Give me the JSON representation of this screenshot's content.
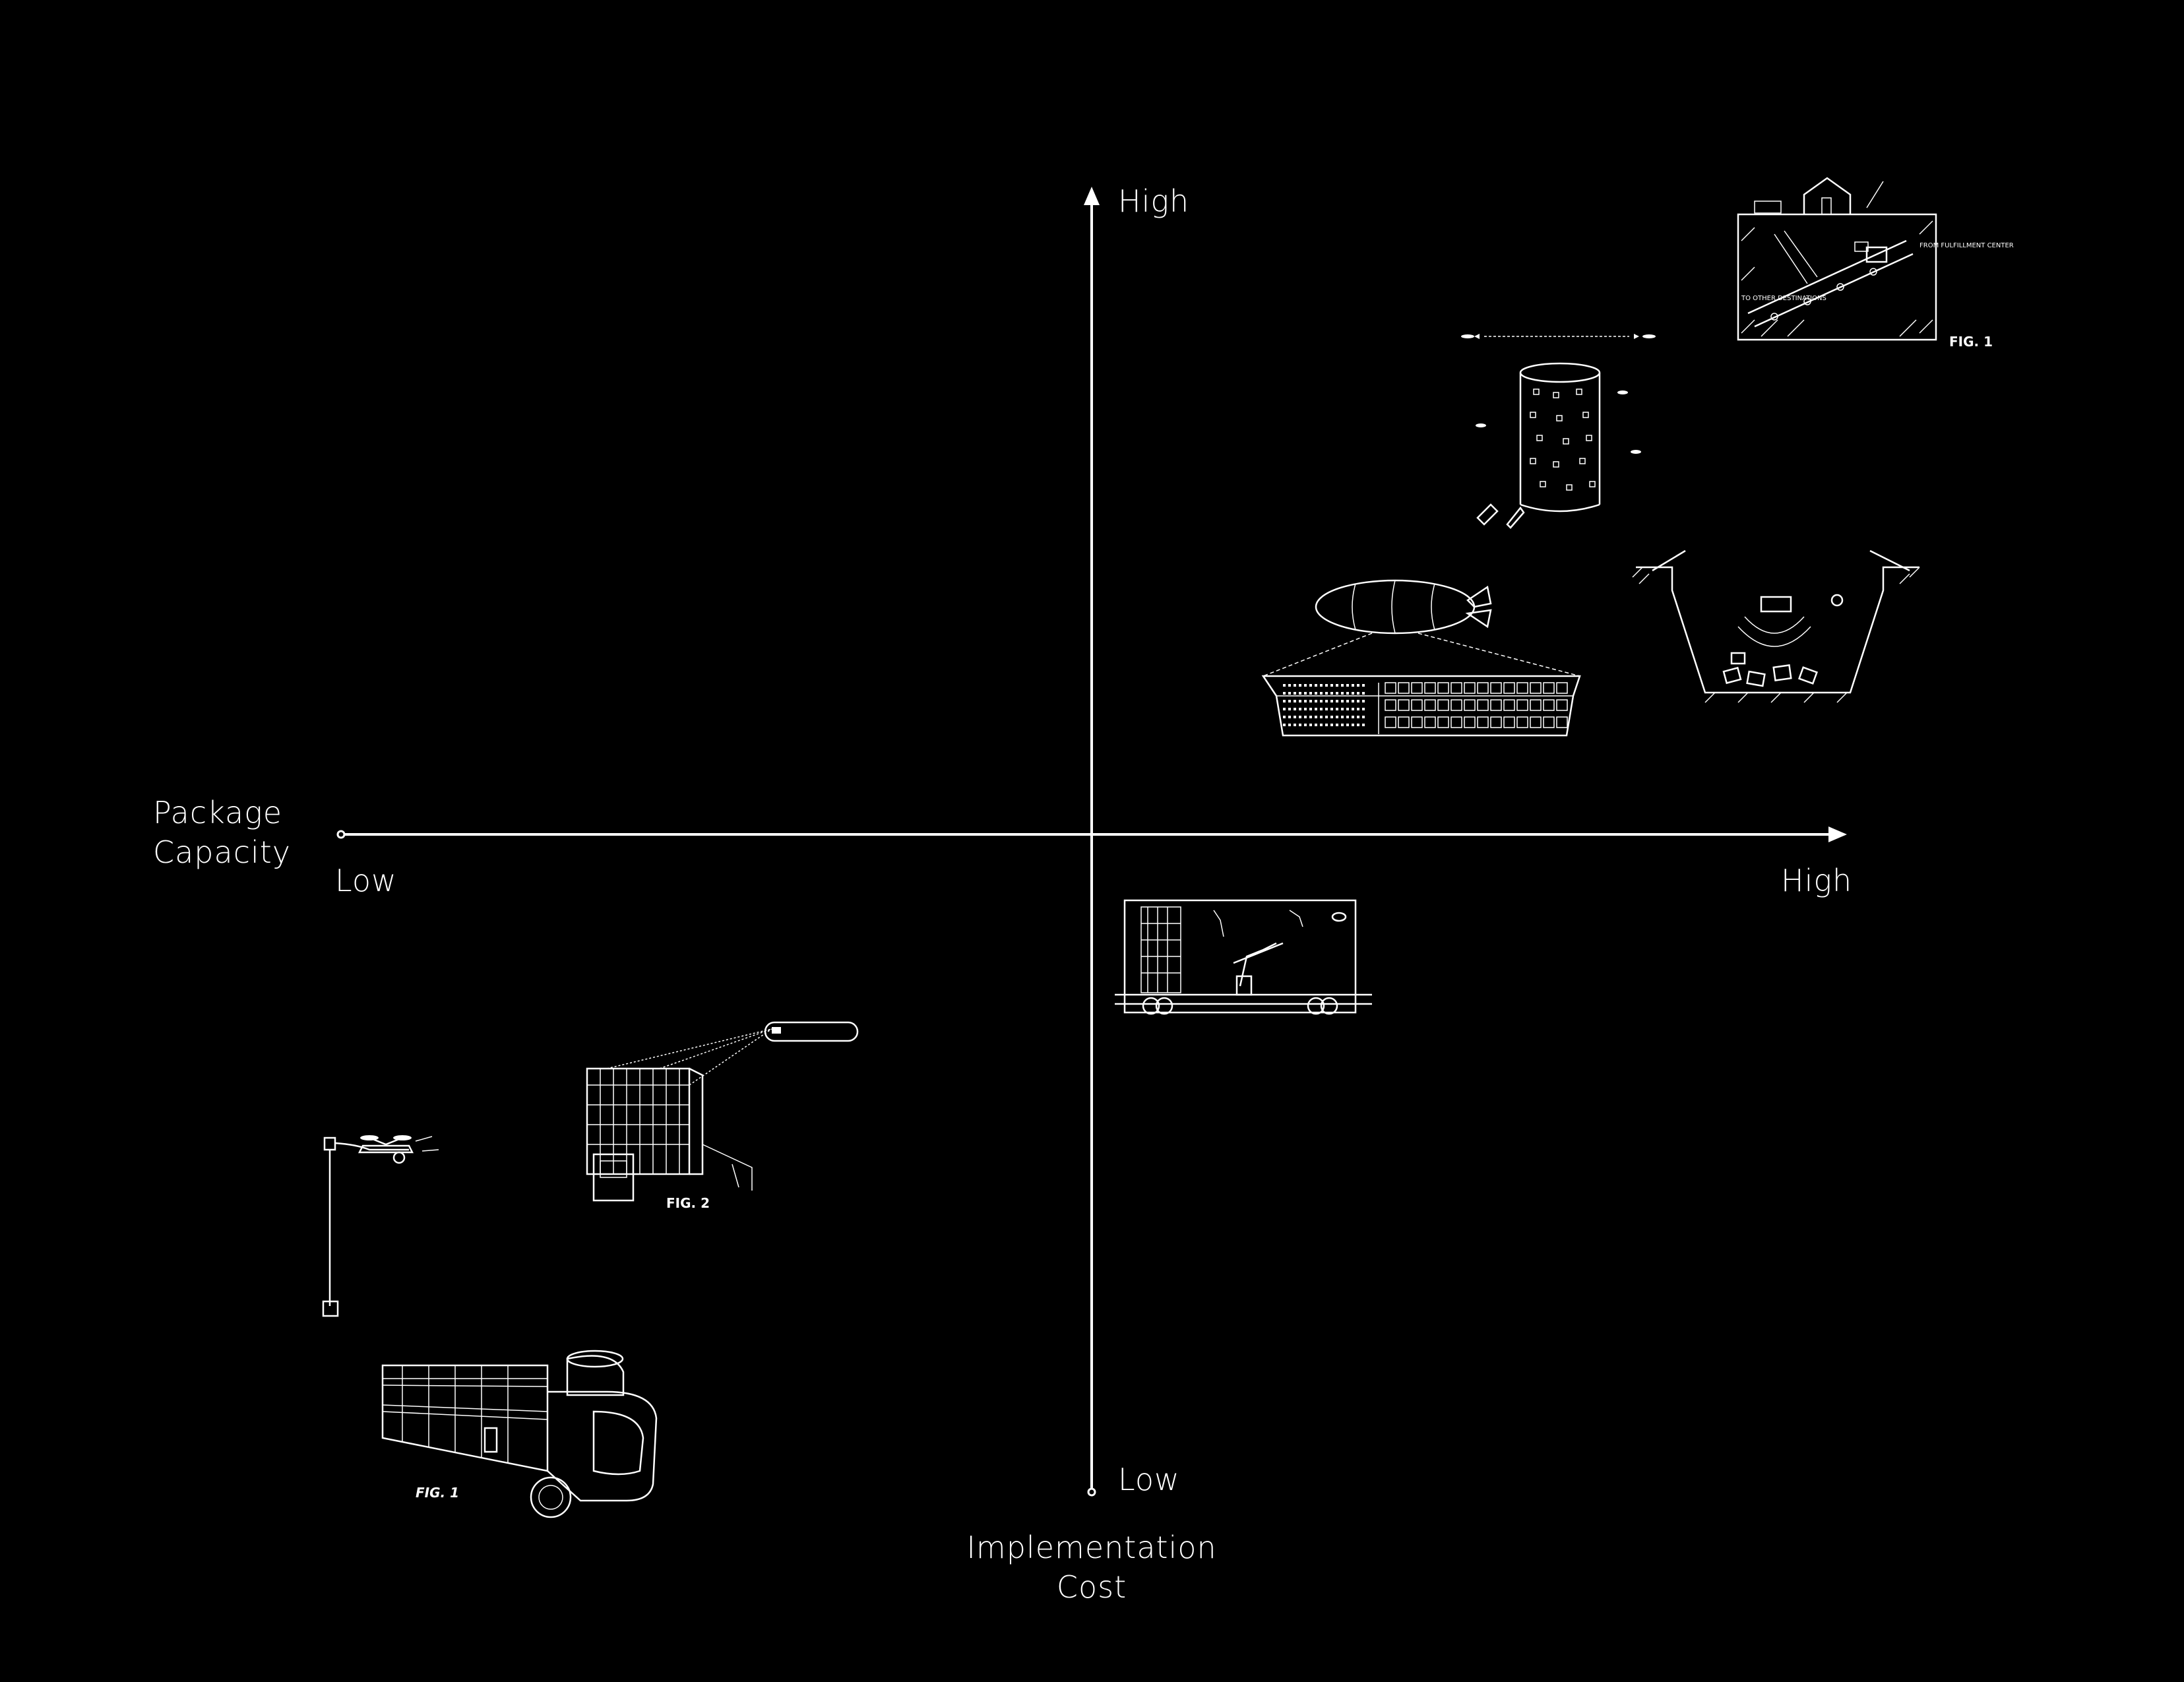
{
  "axes": {
    "x_title_line1": "Package",
    "x_title_line2": "Capacity",
    "x_low": "Low",
    "x_high": "High",
    "y_title_line1": "Implementation",
    "y_title_line2": "Cost",
    "y_low": "Low",
    "y_high": "High"
  },
  "figures": {
    "underground_fig_label": "FIG. 1",
    "underground_text1": "FROM FULFILLMENT CENTER",
    "underground_text2": "TO OTHER DESTINATIONS",
    "locker_fig_label": "FIG. 2",
    "truck_fig_label": "FIG. 1"
  },
  "colors": {
    "background": "#000000",
    "foreground": "#ffffff"
  }
}
